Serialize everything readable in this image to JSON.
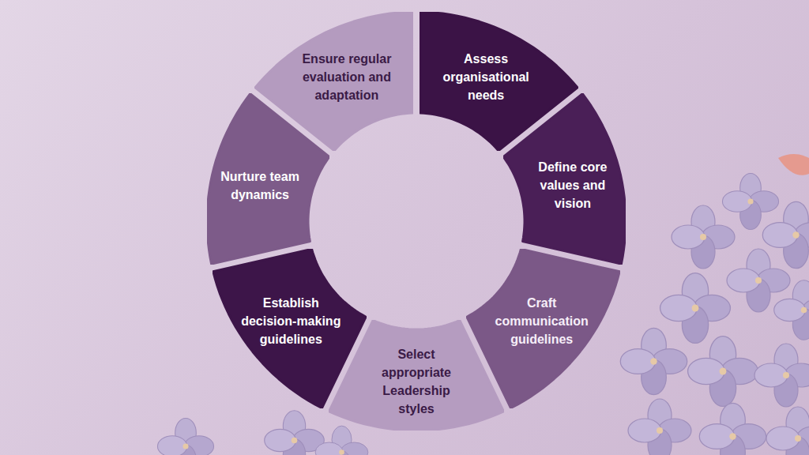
{
  "diagram": {
    "nodes": [
      {
        "text": [
          "Assess organisational needs"
        ]
      },
      {
        "text": [
          "Define core values and vision"
        ]
      },
      {
        "text": [
          "Craft communication guidelines"
        ]
      },
      {
        "text": [
          "Select appropriate Leadership styles"
        ]
      },
      {
        "text": [
          "Establish decision-making guidelines"
        ]
      },
      {
        "text": [
          "Nurture team dynamics"
        ]
      },
      {
        "text": [
          "Ensure regular evaluation and adaptation"
        ]
      }
    ]
  }
}
